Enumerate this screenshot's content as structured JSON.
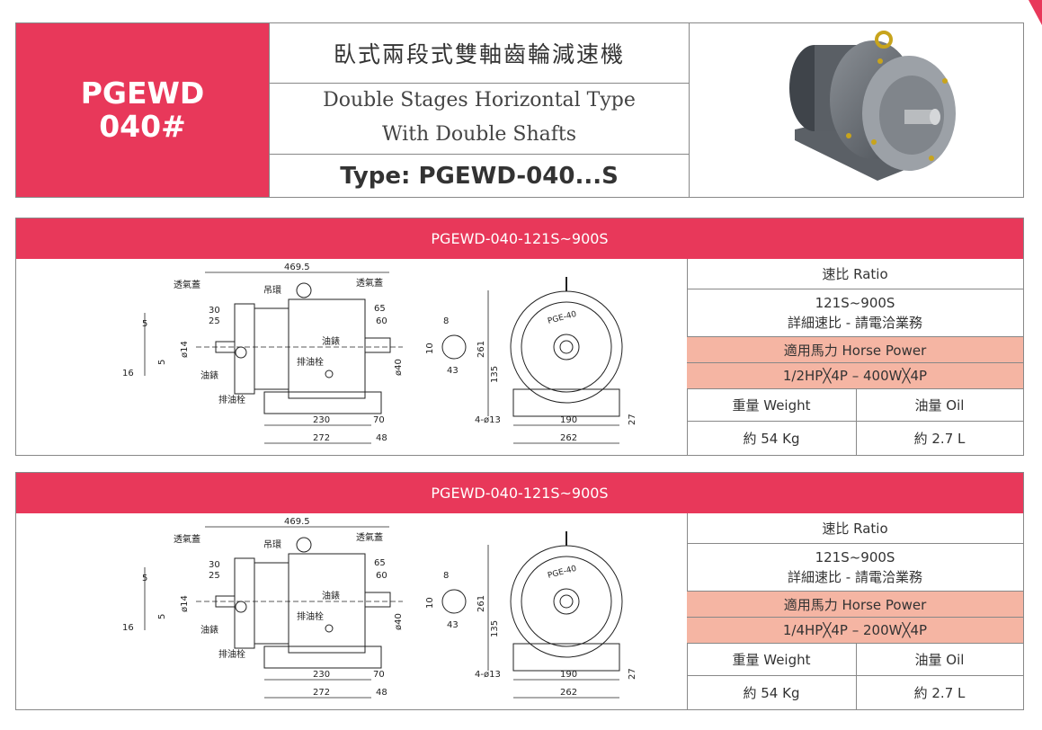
{
  "header": {
    "model_line1": "PGEWD",
    "model_line2": "040#",
    "title_zh": "臥式兩段式雙軸齒輪減速機",
    "title_en_line1": "Double Stages Horizontal Type",
    "title_en_line2": "With Double Shafts",
    "type_label": "Type: PGEWD-040...S",
    "photo_icon": "gear-reducer-photo"
  },
  "colors": {
    "accent": "#e8385a",
    "hp_row": "#f5b5a3",
    "border": "#888888"
  },
  "drawing_labels": {
    "overall_length": "469.5",
    "breather": "透氣蓋",
    "lifting_ring": "吊環",
    "oil_gauge": "油錶",
    "drain_plug": "排油栓",
    "gear_label": "PGE-40",
    "d30": "30",
    "d25": "25",
    "d65": "65",
    "d60": "60",
    "d5a": "5",
    "d5b": "5",
    "d16": "16",
    "d14": "ø14",
    "d40": "ø40",
    "d8": "8",
    "d10": "10",
    "d43": "43",
    "d261": "261",
    "d135": "135",
    "d230": "230",
    "d70": "70",
    "d272": "272",
    "d48": "48",
    "holes": "4-ø13",
    "d190": "190",
    "d262": "262",
    "d27": "27"
  },
  "sections": [
    {
      "title": "PGEWD-040-121S~900S",
      "ratio_label": "速比 Ratio",
      "ratio_value": "121S~900S",
      "ratio_note": "詳細速比 - 請電洽業務",
      "hp_label": "適用馬力 Horse Power",
      "hp_value": "1/2HP╳4P – 400W╳4P",
      "weight_label": "重量 Weight",
      "oil_label": "油量 Oil",
      "weight_value": "約 54 Kg",
      "oil_value": "約 2.7 L"
    },
    {
      "title": "PGEWD-040-121S~900S",
      "ratio_label": "速比 Ratio",
      "ratio_value": "121S~900S",
      "ratio_note": "詳細速比 - 請電洽業務",
      "hp_label": "適用馬力 Horse Power",
      "hp_value": "1/4HP╳4P – 200W╳4P",
      "weight_label": "重量 Weight",
      "oil_label": "油量 Oil",
      "weight_value": "約 54 Kg",
      "oil_value": "約 2.7 L"
    }
  ]
}
